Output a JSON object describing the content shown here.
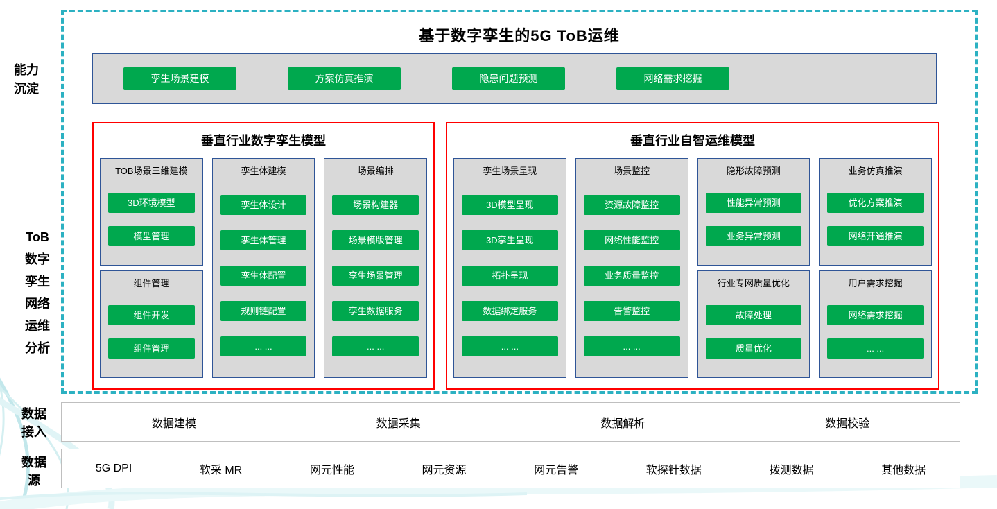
{
  "main_title": "基于数字孪生的5G ToB运维",
  "colors": {
    "accent_green": "#00A84E",
    "frame_dash_teal": "#2CB1C2",
    "panel_border_red": "#FF0000",
    "box_border_blue": "#2F5597",
    "box_fill_gray": "#D9D9D9"
  },
  "side_labels": [
    {
      "id": "capability",
      "lines": [
        "能力",
        "沉淀"
      ]
    },
    {
      "id": "main",
      "lines": [
        "ToB",
        "数字",
        "孪生",
        "网络",
        "运维",
        "分析"
      ]
    },
    {
      "id": "data-access",
      "lines": [
        "数据",
        "接入"
      ]
    },
    {
      "id": "data-source",
      "lines": [
        "数据",
        "源"
      ]
    }
  ],
  "capability_bar": {
    "buttons": [
      "孪生场景建模",
      "方案仿真推演",
      "隐患问题预测",
      "网络需求挖掘"
    ]
  },
  "panels": [
    {
      "title": "垂直行业数字孪生模型",
      "columns": [
        {
          "boxes": [
            {
              "header": "TOB场景三维建模",
              "buttons": [
                "3D环境模型",
                "模型管理"
              ]
            },
            {
              "header": "组件管理",
              "buttons": [
                "组件开发",
                "组件管理"
              ]
            }
          ]
        },
        {
          "boxes": [
            {
              "header": "孪生体建模",
              "buttons": [
                "孪生体设计",
                "孪生体管理",
                "孪生体配置",
                "规则链配置",
                "... ..."
              ]
            }
          ]
        },
        {
          "boxes": [
            {
              "header": "场景编排",
              "buttons": [
                "场景构建器",
                "场景模版管理",
                "孪生场景管理",
                "孪生数据服务",
                "... ..."
              ]
            }
          ]
        }
      ]
    },
    {
      "title": "垂直行业自智运维模型",
      "columns": [
        {
          "boxes": [
            {
              "header": "孪生场景呈现",
              "buttons": [
                "3D模型呈现",
                "3D孪生呈现",
                "拓扑呈现",
                "数据绑定服务",
                "... ..."
              ]
            }
          ]
        },
        {
          "boxes": [
            {
              "header": "场景监控",
              "buttons": [
                "资源故障监控",
                "网络性能监控",
                "业务质量监控",
                "告警监控",
                "... ..."
              ]
            }
          ]
        },
        {
          "boxes": [
            {
              "header": "隐形故障预测",
              "buttons": [
                "性能异常预测",
                "业务异常预测"
              ]
            },
            {
              "header": "行业专网质量优化",
              "buttons": [
                "故障处理",
                "质量优化"
              ]
            }
          ]
        },
        {
          "boxes": [
            {
              "header": "业务仿真推演",
              "buttons": [
                "优化方案推演",
                "网络开通推演"
              ]
            },
            {
              "header": "用户需求挖掘",
              "buttons": [
                "网络需求挖掘",
                "... ..."
              ]
            }
          ]
        }
      ]
    }
  ],
  "data_access_row": [
    "数据建模",
    "数据采集",
    "数据解析",
    "数据校验"
  ],
  "data_source_row": [
    "5G DPI",
    "软采 MR",
    "网元性能",
    "网元资源",
    "网元告警",
    "软探针数据",
    "拨测数据",
    "其他数据"
  ]
}
